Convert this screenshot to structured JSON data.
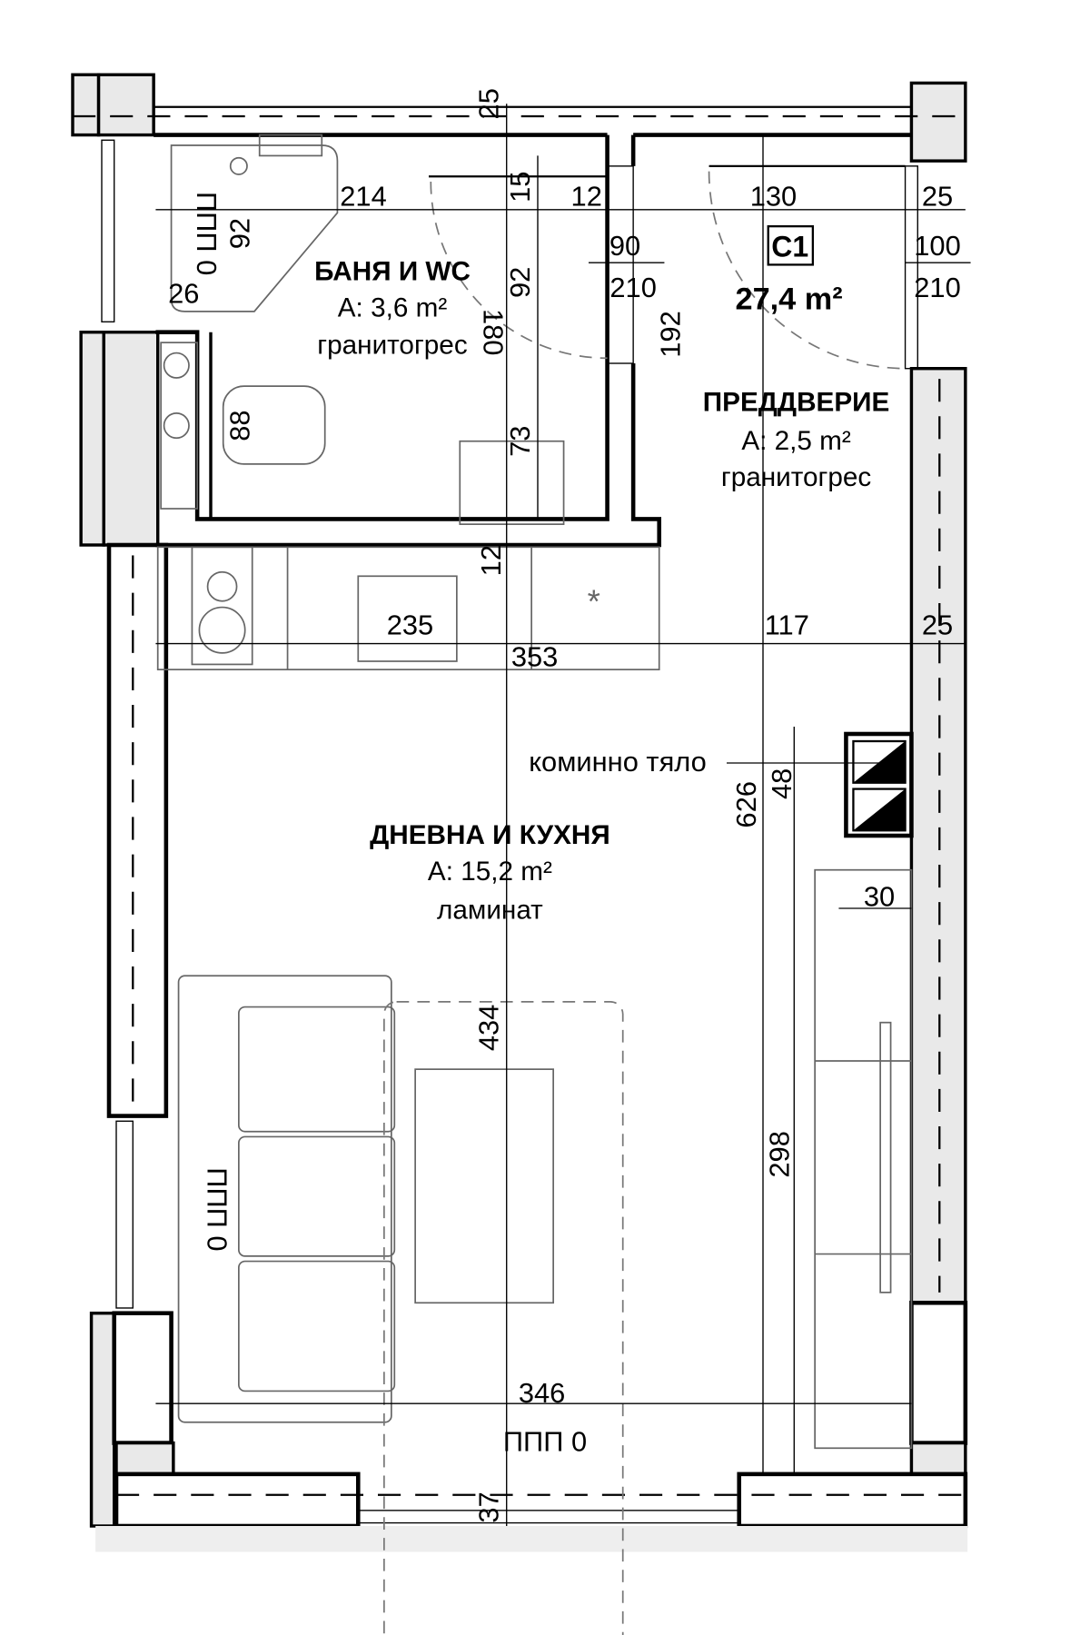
{
  "plan": {
    "unit_label": "C1",
    "total_area": "27,4 m²",
    "rooms": [
      {
        "name": "БАНЯ И WC",
        "area": "A: 3,6 m²",
        "floor": "гранитогрес"
      },
      {
        "name": "ПРЕДДВЕРИЕ",
        "area": "A: 2,5 m²",
        "floor": "гранитогрес"
      },
      {
        "name": "ДНЕВНА И КУХНЯ",
        "area": "A: 15,2 m²",
        "floor": "ламинат"
      }
    ],
    "chimney_label": "коминно тяло",
    "window_tags": [
      "ППП 0",
      "ППП 0",
      "ППП 0"
    ],
    "kitchen_marker": "*",
    "dimensions": {
      "top_wall": "25",
      "bath_width": "214",
      "bath_door_offset": "15",
      "partition": "12",
      "hall_width": "130",
      "right_wall_top": "25",
      "shower_92": "92",
      "shower_26": "26",
      "bath_door_w": "90",
      "bath_door_h": "210",
      "entry_door_w": "100",
      "entry_door_h": "210",
      "bath_92": "92",
      "bath_180": "180",
      "hall_192": "192",
      "wc_88": "88",
      "sink_73": "73",
      "wall_12": "12",
      "kitchen_235": "235",
      "kitchen_117": "117",
      "right_wall_mid": "25",
      "kitchen_353": "353",
      "living_626": "626",
      "chimney_48": "48",
      "tv_30": "30",
      "living_434": "434",
      "living_298": "298",
      "living_346": "346",
      "bottom_wall": "37"
    }
  }
}
